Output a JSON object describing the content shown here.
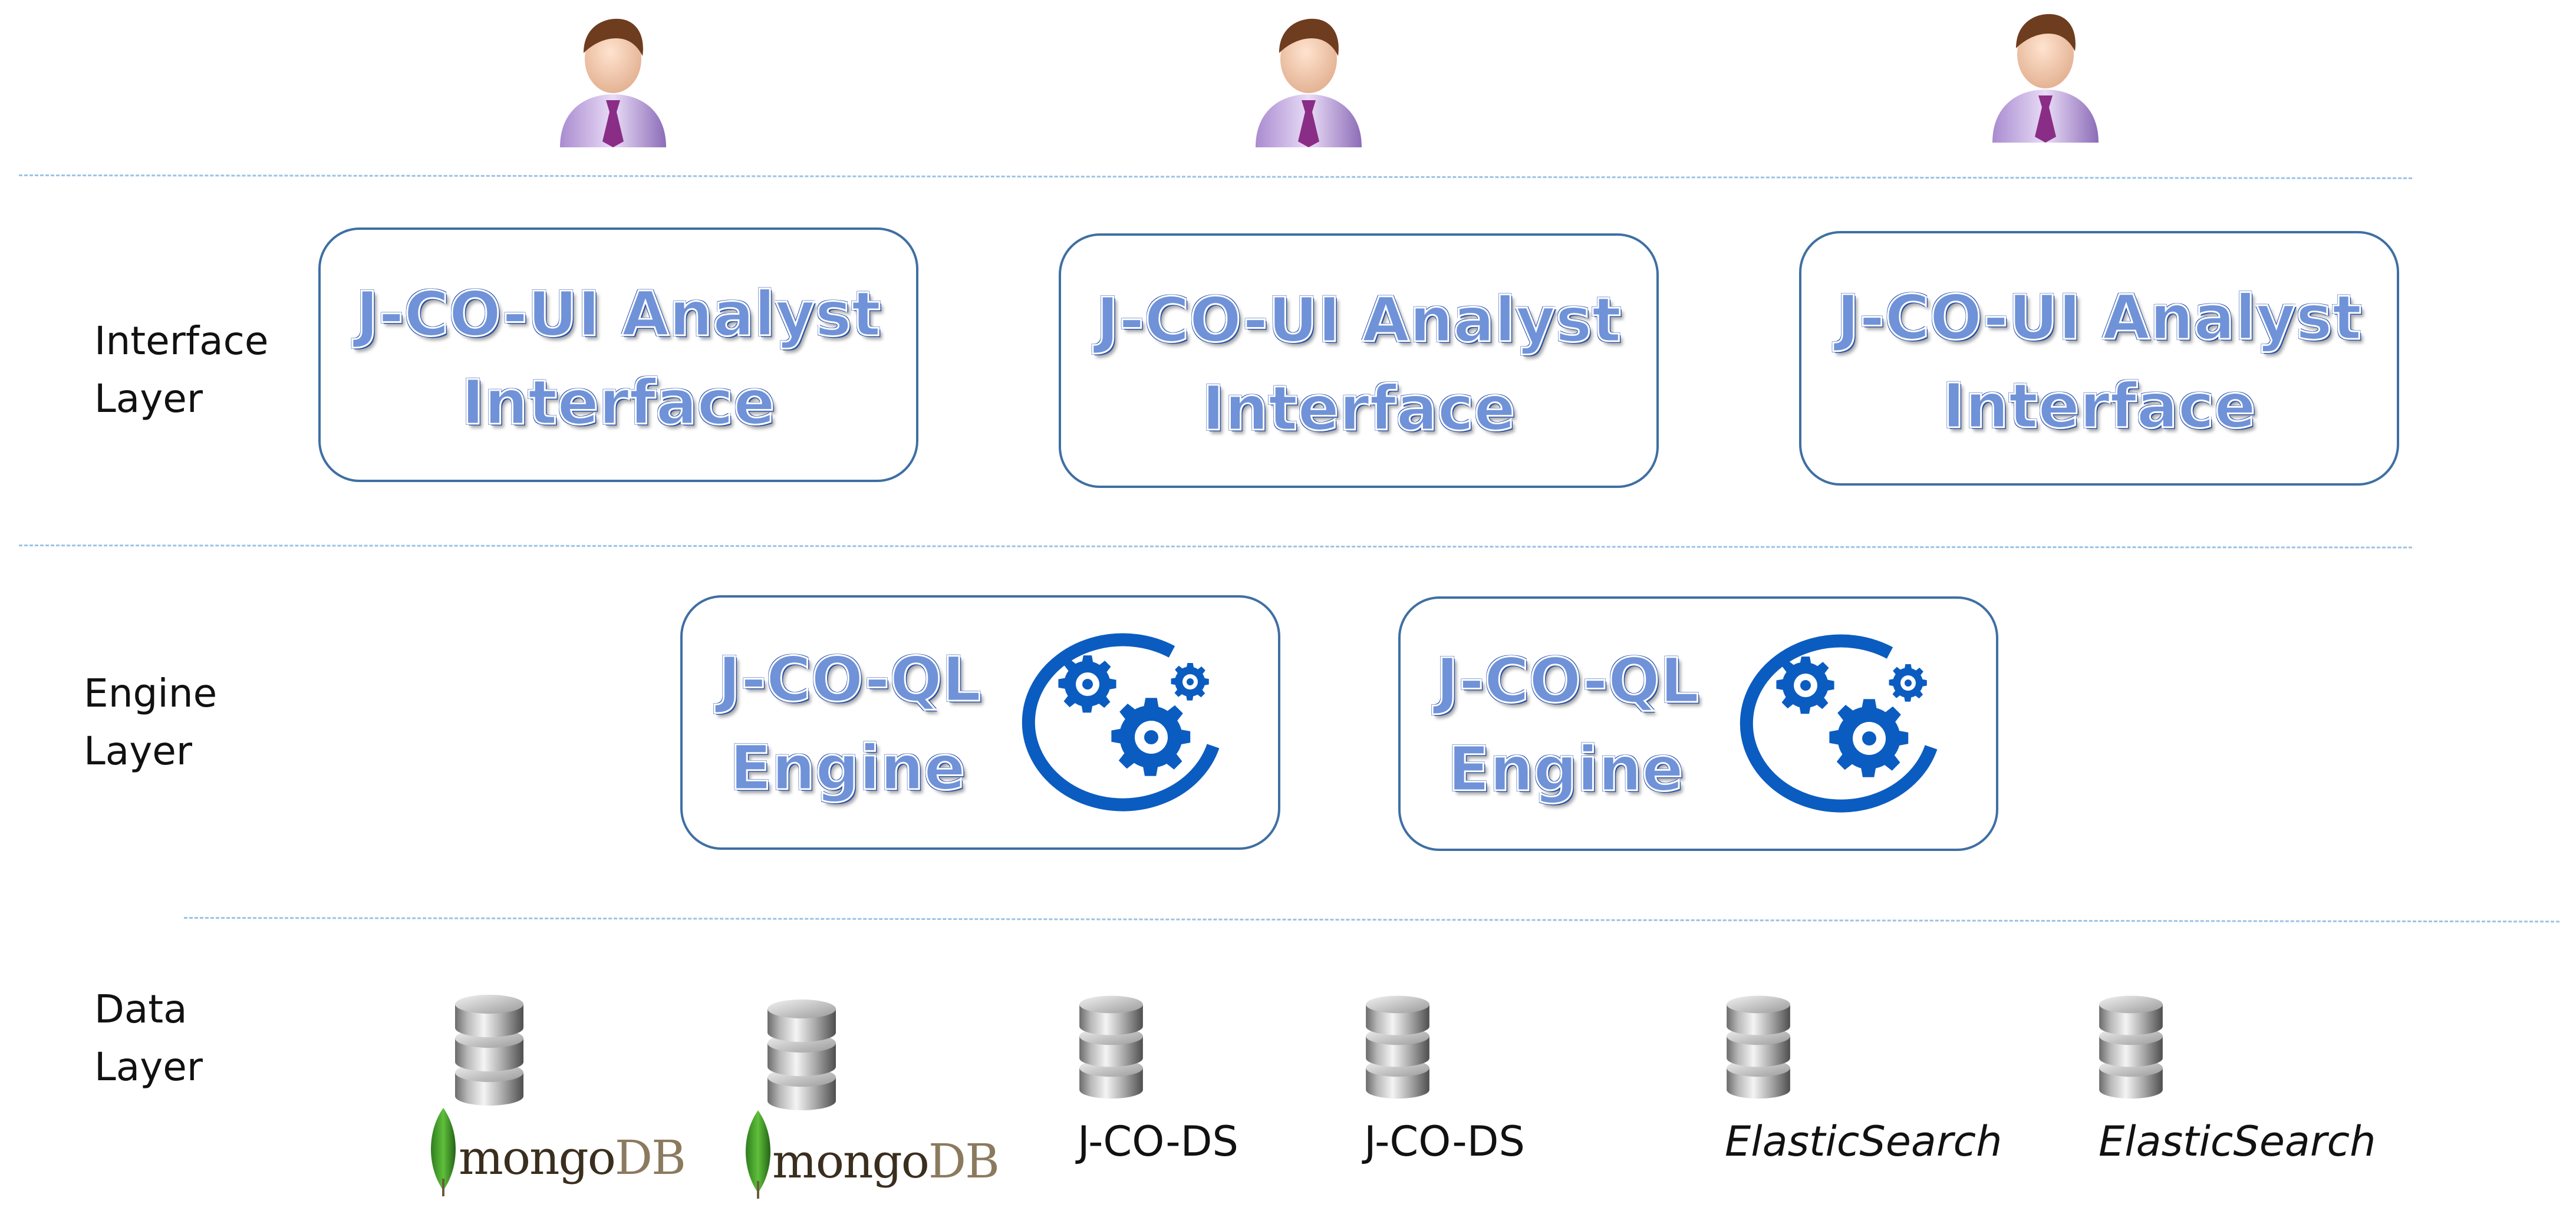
{
  "layers": {
    "interface": {
      "line1": "Interface",
      "line2": "Layer"
    },
    "engine": {
      "line1": "Engine",
      "line2": "Layer"
    },
    "data": {
      "line1": "Data",
      "line2": "Layer"
    }
  },
  "interface_boxes": [
    {
      "line1": "J-CO-UI Analyst",
      "line2": "Interface"
    },
    {
      "line1": "J-CO-UI Analyst",
      "line2": "Interface"
    },
    {
      "line1": "J-CO-UI Analyst",
      "line2": "Interface"
    }
  ],
  "engine_boxes": [
    {
      "line1": "J-CO-QL",
      "line2": "Engine"
    },
    {
      "line1": "J-CO-QL",
      "line2": "Engine"
    }
  ],
  "data_sources": [
    {
      "label_a": "mongo",
      "label_b": "DB",
      "icon": "mongodb-database-icon"
    },
    {
      "label_a": "mongo",
      "label_b": "DB",
      "icon": "mongodb-database-icon"
    },
    {
      "label": "J-CO-DS",
      "icon": "database-icon"
    },
    {
      "label": "J-CO-DS",
      "icon": "database-icon"
    },
    {
      "label": "ElasticSearch",
      "icon": "database-icon"
    },
    {
      "label": "ElasticSearch",
      "icon": "database-icon"
    }
  ],
  "users": [
    {
      "icon": "user-icon"
    },
    {
      "icon": "user-icon"
    },
    {
      "icon": "user-icon"
    }
  ],
  "colors": {
    "box_border": "#3f6fa3",
    "title_fill": "#6f92d8",
    "gear": "#0b5cc0",
    "divider": "#9cc3e6"
  }
}
